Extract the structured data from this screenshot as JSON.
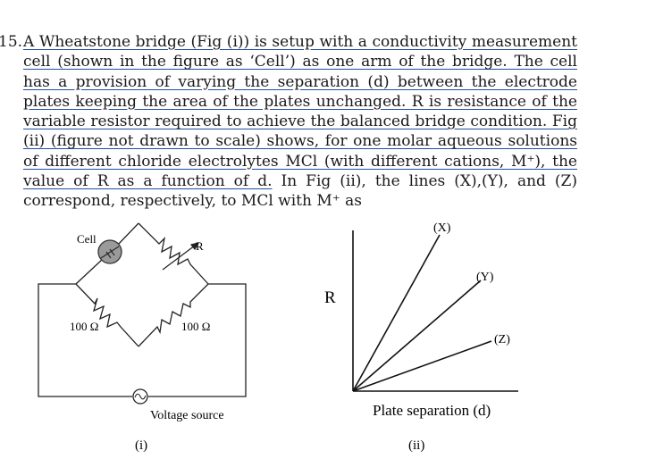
{
  "question": {
    "number": "15.",
    "text_underlined": "A Wheatstone bridge (Fig (i)) is setup with a conductivity measurement cell (shown in the figure as ‘Cell’) as one arm of the bridge. The cell has a provision of varying the separation (d) between the electrode plates keeping the area of the plates unchanged. R is resistance of the variable resistor required to achieve the balanced bridge condition. Fig (ii) (figure not drawn to scale) shows, for one molar aqueous solutions of different chloride electrolytes MCl (with different cations, M⁺), the value of R as a function of d.",
    "text_plain": " In Fig (ii), the lines (X),(Y), and (Z) correspond, respectively, to MCl with M⁺ as"
  },
  "figure_i": {
    "cell_label": "Cell",
    "variable_resistor_label": "R",
    "left_resistor_label": "100 Ω",
    "right_resistor_label": "100 Ω",
    "source_label": "Voltage source",
    "caption": "(i)"
  },
  "figure_ii": {
    "y_axis_label": "R",
    "x_axis_label": "Plate separation (d)",
    "caption": "(ii)",
    "chart_data": {
      "type": "line",
      "title": "",
      "xlabel": "Plate separation (d)",
      "ylabel": "R",
      "series": [
        {
          "name": "(X)",
          "slope_rank": 1
        },
        {
          "name": "(Y)",
          "slope_rank": 2
        },
        {
          "name": "(Z)",
          "slope_rank": 3
        }
      ]
    }
  }
}
